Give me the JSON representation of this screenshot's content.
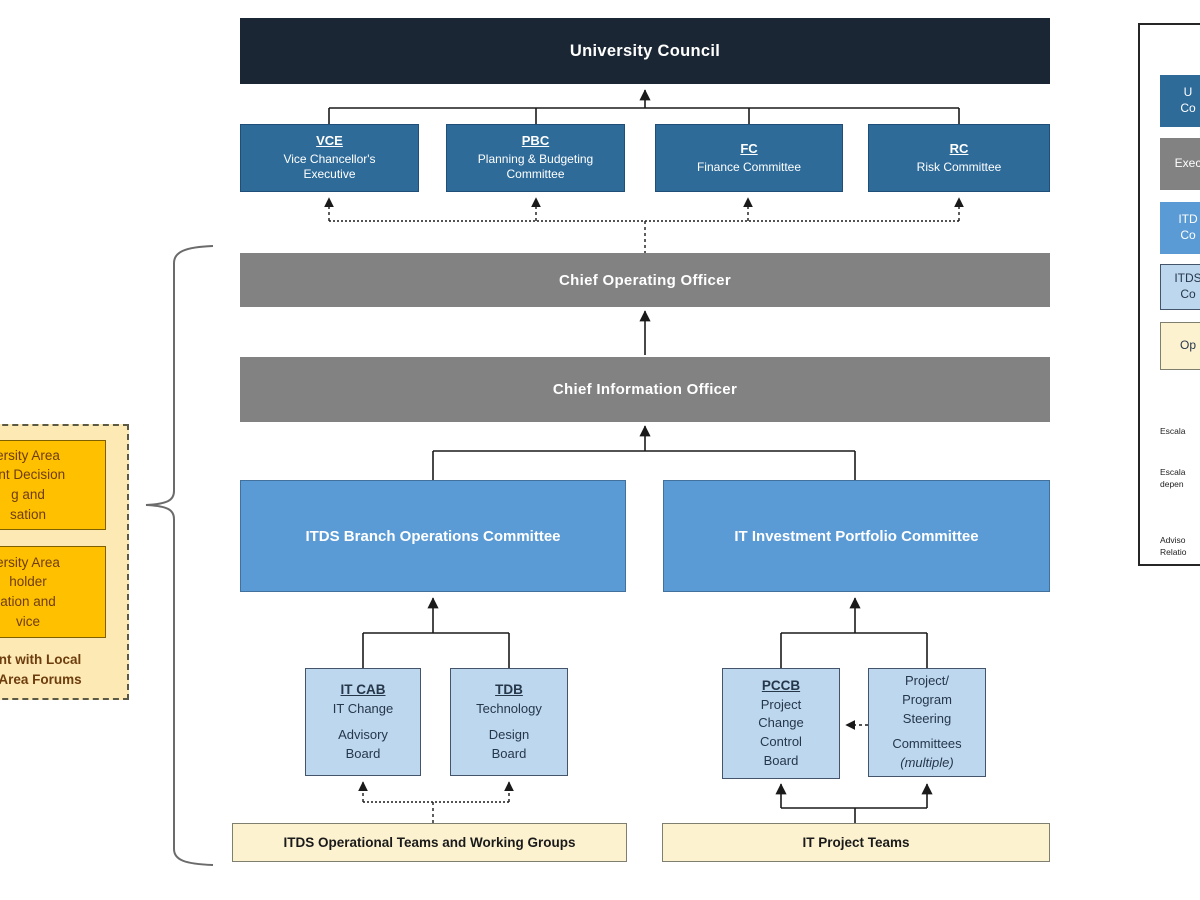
{
  "diagram": {
    "council": {
      "title": "University Council"
    },
    "committees": [
      {
        "abbr": "VCE",
        "lines": [
          "Vice Chancellor's",
          "Executive"
        ]
      },
      {
        "abbr": "PBC",
        "lines": [
          "Planning & Budgeting",
          "Committee"
        ]
      },
      {
        "abbr": "FC",
        "lines": [
          "Finance Committee"
        ]
      },
      {
        "abbr": "RC",
        "lines": [
          "Risk Committee"
        ]
      }
    ],
    "coo": "Chief Operating Officer",
    "cio": "Chief Information Officer",
    "itds_committee": "ITDS Branch Operations Committee",
    "portfolio_committee": "IT Investment Portfolio Committee",
    "boards": {
      "itcab": {
        "abbr": "IT CAB",
        "lines": [
          "IT Change",
          "Advisory",
          "Board"
        ]
      },
      "tdb": {
        "abbr": "TDB",
        "lines": [
          "Technology",
          "Design",
          "Board"
        ]
      },
      "pccb": {
        "abbr": "PCCB",
        "lines": [
          "Project",
          "Change",
          "Control",
          "Board"
        ]
      },
      "steering": {
        "lines": [
          "Project/",
          "Program",
          "Steering",
          "Committees"
        ],
        "note": "(multiple)"
      }
    },
    "teams": {
      "ops": "ITDS Operational Teams and Working Groups",
      "project": "IT Project Teams"
    }
  },
  "left_panel": {
    "box1_lines": [
      "ersity Area",
      "ent Decision",
      "g and",
      "sation"
    ],
    "box2_lines": [
      "ersity Area",
      "holder",
      "ation and",
      "vice"
    ],
    "footer_lines": [
      "nt with Local",
      "Area Forums"
    ]
  },
  "legend": {
    "boxes": [
      {
        "lines": [
          "U",
          "Co"
        ]
      },
      {
        "lines": [
          "Exec"
        ]
      },
      {
        "lines": [
          "ITD",
          "Co"
        ]
      },
      {
        "lines": [
          "ITDS",
          "Co"
        ]
      },
      {
        "lines": [
          "Op"
        ]
      }
    ],
    "arrows": [
      {
        "label_lines": [
          "Escala"
        ]
      },
      {
        "label_lines": [
          "Escala",
          "depen"
        ]
      },
      {
        "label_lines": [
          "Adviso",
          "Relatio"
        ]
      }
    ]
  },
  "colors": {
    "council_navy": "#1a2634",
    "committee_steel_blue": "#2e6b99",
    "executive_gray": "#828282",
    "itds_blue": "#5b9bd5",
    "board_light_blue": "#bdd7ee",
    "teams_cream": "#fdf2d0",
    "panel_amber": "#fce9b3",
    "highlight_orange": "#ffc000",
    "connector_black": "#1a1a1a",
    "advisory_gray": "#a6a6a6"
  }
}
